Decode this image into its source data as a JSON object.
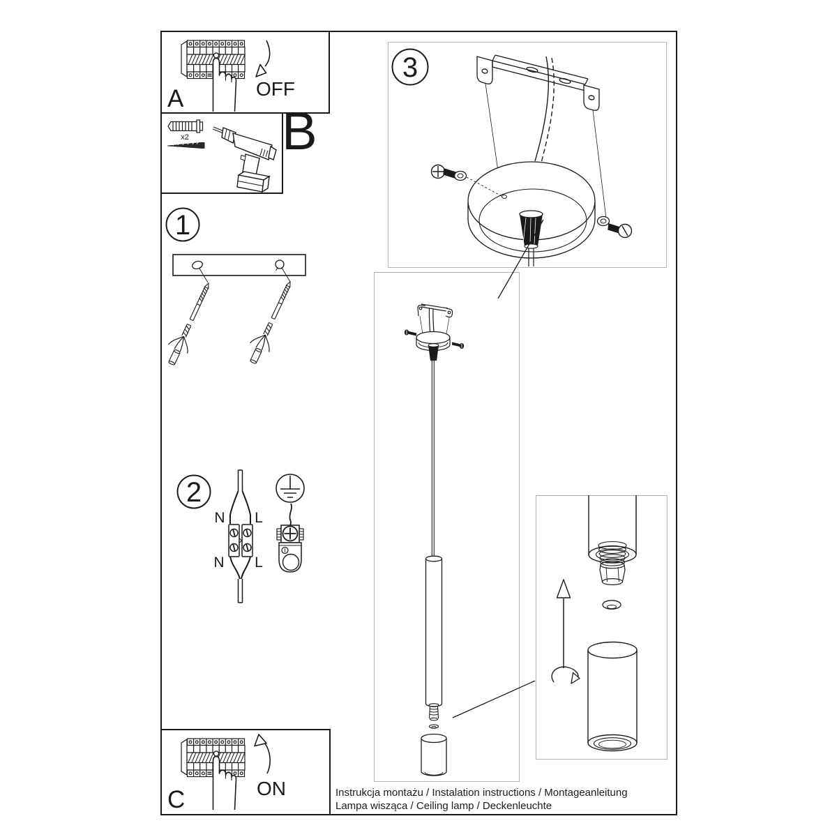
{
  "colors": {
    "ink": "#1a1a1a",
    "light_border": "#b5b5b5",
    "background": "#ffffff"
  },
  "panels": {
    "a": {
      "label": "A",
      "action": "OFF"
    },
    "b": {
      "label": "B",
      "quantity": "x2"
    },
    "c": {
      "label": "C",
      "action": "ON"
    },
    "step1": {
      "number": "1"
    },
    "step2": {
      "number": "2",
      "terminal_labels": {
        "top_left": "N",
        "top_right": "L",
        "bottom_left": "N",
        "bottom_right": "L"
      }
    },
    "step3": {
      "number": "3"
    }
  },
  "footer": {
    "line1": "Instrukcja montażu / Instalation instructions / Montageanleitung",
    "line2": "Lampa wisząca / Ceiling lamp / Deckenleuchte"
  }
}
